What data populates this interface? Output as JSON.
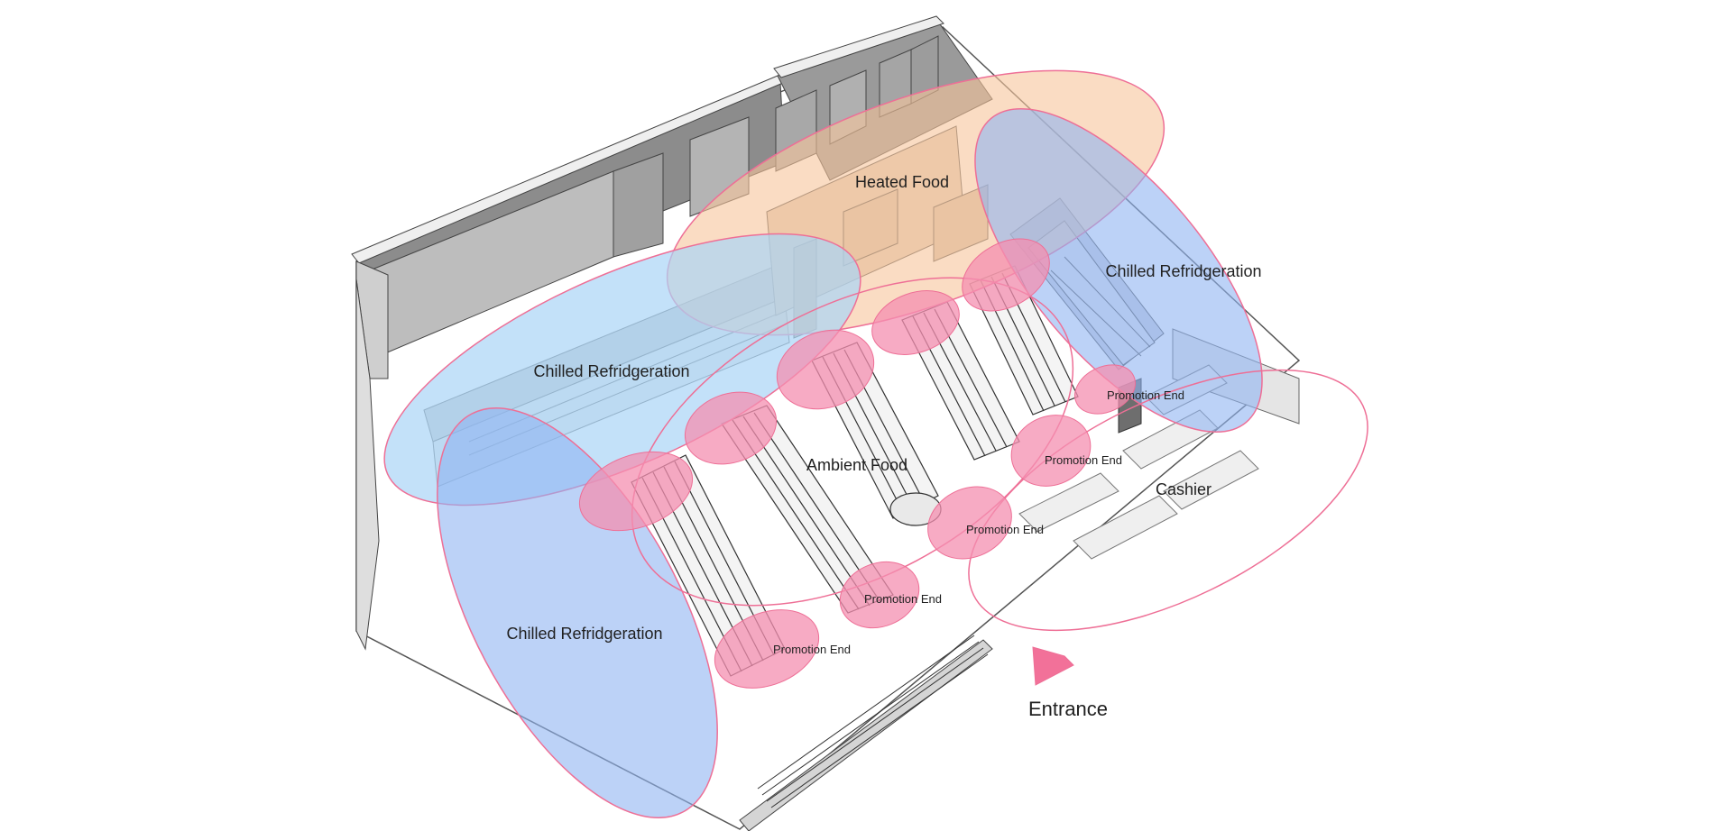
{
  "colors": {
    "chilled_fill": "#8fb4f2",
    "chilled_light_fill": "#a9d4f7",
    "heated_fill": "#f7c59b",
    "promo_fill": "#f48fb0",
    "outline_pink": "#ee6f96",
    "wall_dark": "#8a8a8a",
    "wall_light": "#d9d9d9",
    "floor": "#ffffff"
  },
  "labels": {
    "heated_food": "Heated Food",
    "chilled_top_right": "Chilled Refridgeration",
    "chilled_center_left": "Chilled Refridgeration",
    "chilled_bottom_left": "Chilled Refridgeration",
    "ambient_food": "Ambient Food",
    "cashier": "Cashier",
    "entrance": "Entrance",
    "promotion_end": "Promotion End"
  },
  "icons": {
    "entrance": "entrance-arrow-icon"
  }
}
